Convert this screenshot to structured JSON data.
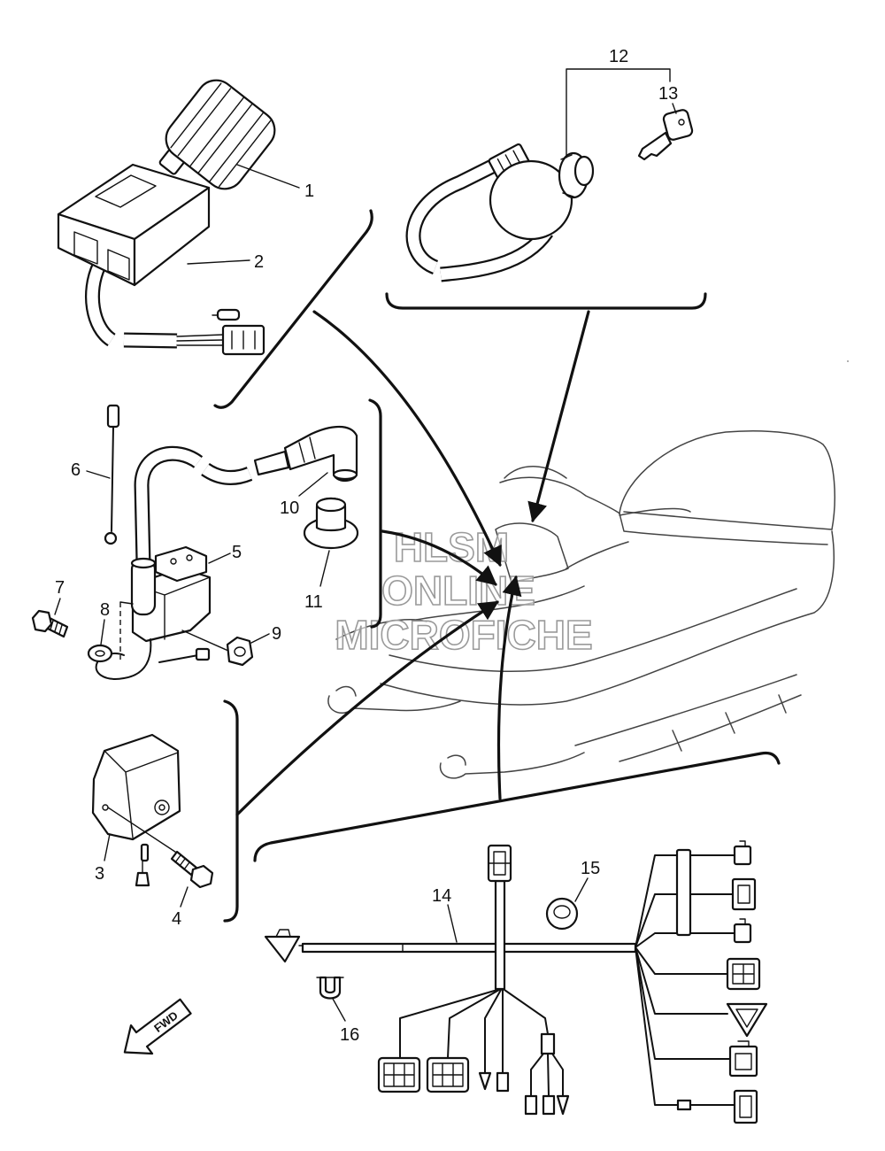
{
  "callouts": {
    "c1": "1",
    "c2": "2",
    "c3": "3",
    "c4": "4",
    "c5": "5",
    "c6": "6",
    "c7": "7",
    "c8": "8",
    "c9": "9",
    "c10": "10",
    "c11": "11",
    "c12": "12",
    "c13": "13",
    "c14": "14",
    "c15": "15",
    "c16": "16"
  },
  "watermark": {
    "line1": "HLSM",
    "line2": "ONLINE",
    "line3": "MICROFICHE"
  },
  "fwd_label": "FWD"
}
